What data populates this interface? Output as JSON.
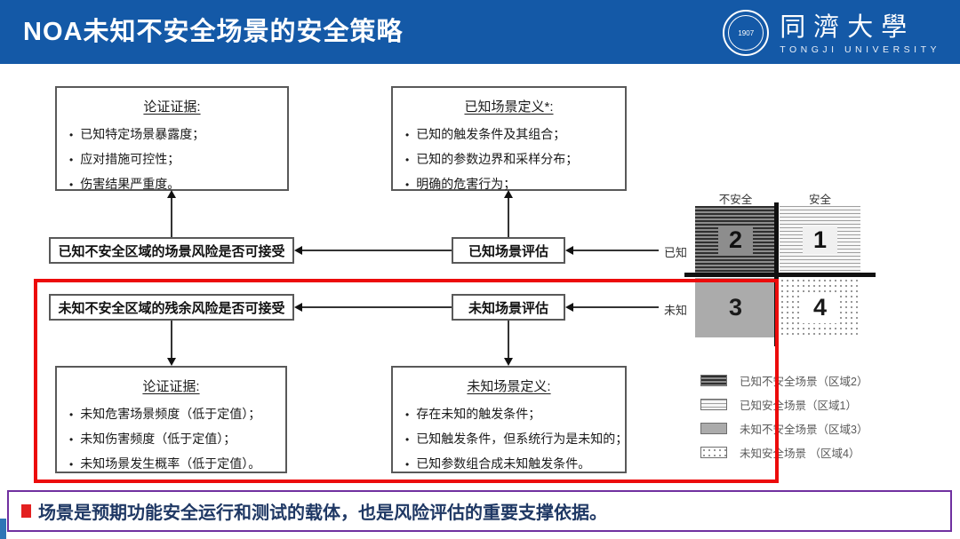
{
  "header": {
    "title": "NOA未知不安全场景的安全策略",
    "logo": {
      "seal_text": "1907",
      "name_cn": "同濟大學",
      "name_en": "TONGJI UNIVERSITY"
    }
  },
  "flowchart": {
    "evidence_known": {
      "title": "论证证据:",
      "bullets": [
        "已知特定场景暴露度；",
        "应对措施可控性；",
        "伤害结果严重度。"
      ]
    },
    "definition_known": {
      "title": "已知场景定义*:",
      "bullets": [
        "已知的触发条件及其组合；",
        "已知的参数边界和采样分布；",
        "明确的危害行为；"
      ]
    },
    "known_risk_box": "已知不安全区域的场景风险是否可接受",
    "known_eval_box": "已知场景评估",
    "known_label": "已知",
    "unknown_risk_box": "未知不安全区域的残余风险是否可接受",
    "unknown_eval_box": "未知场景评估",
    "unknown_label": "未知",
    "evidence_unknown": {
      "title": "论证证据:",
      "bullets": [
        "未知危害场景频度（低于定值）；",
        "未知伤害频度（低于定值）；",
        "未知场景发生概率（低于定值）。"
      ]
    },
    "definition_unknown": {
      "title": "未知场景定义:",
      "bullets": [
        "存在未知的触发条件；",
        "已知触发条件，但系统行为是未知的；",
        "已知参数组合成未知触发条件。"
      ]
    }
  },
  "quadrant": {
    "label_unsafe": "不安全",
    "label_safe": "安全",
    "q1": "1",
    "q2": "2",
    "q3": "3",
    "q4": "4",
    "legend": [
      {
        "icon": "dark-stripes-swatch",
        "label": "已知不安全场景（区域2）"
      },
      {
        "icon": "light-stripes-swatch",
        "label": "已知安全场景（区域1）"
      },
      {
        "icon": "solid-gray-swatch",
        "label": "未知不安全场景（区域3）"
      },
      {
        "icon": "dots-swatch",
        "label": "未知安全场景 （区域4）"
      }
    ]
  },
  "footer": {
    "text": "场景是预期功能安全运行和测试的载体，也是风险评估的重要支撑依据。"
  },
  "colors": {
    "header_blue": "#1459a7",
    "highlight_red": "#ec0b0b",
    "footer_border_purple": "#7030a0",
    "footer_text_navy": "#1f3864",
    "quadrant_gray": "#ababab"
  }
}
